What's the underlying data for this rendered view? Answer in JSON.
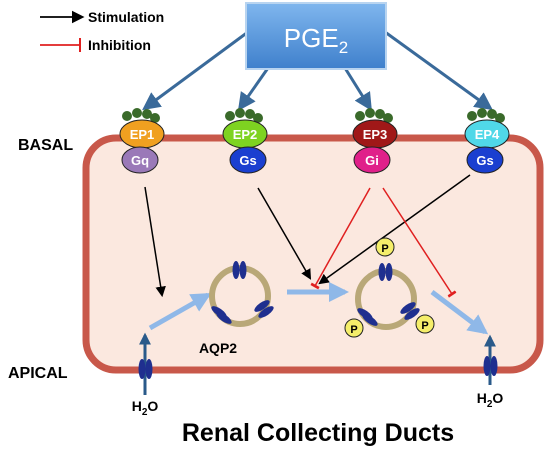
{
  "legend": {
    "stimulation": "Stimulation",
    "inhibition": "Inhibition"
  },
  "pge2": {
    "base": "PGE",
    "subscript": "2"
  },
  "side_labels": {
    "basal": "BASAL",
    "apical": "APICAL"
  },
  "receptors": [
    {
      "name": "EP1",
      "g": "Gq",
      "top_color": "#f0a020",
      "bottom_color": "#9a79b8"
    },
    {
      "name": "EP2",
      "g": "Gs",
      "top_color": "#7ed321",
      "bottom_color": "#1a3fd0"
    },
    {
      "name": "EP3",
      "g": "Gi",
      "top_color": "#a01818",
      "bottom_color": "#e0208a"
    },
    {
      "name": "EP4",
      "g": "Gs",
      "top_color": "#50d8e8",
      "bottom_color": "#1a3fd0"
    }
  ],
  "aqp2_label": "AQP2",
  "phospho": "P",
  "water_left": {
    "base": "H",
    "subscript": "2",
    "tail": "O"
  },
  "water_right": {
    "base": "H",
    "subscript": "2",
    "tail": "O"
  },
  "caption": "Renal Collecting Ducts",
  "colors": {
    "stimulation": "#000000",
    "inhibition": "#e02020",
    "pge2_box": "#4a8fd8",
    "cell_fill": "#fbe8df",
    "cell_border": "#c8584a",
    "vesicle": "#b9a878",
    "channel": "#1f2f8f",
    "trafficking": "#8fb8e8",
    "upper_arrow": "#3a6a9a"
  }
}
